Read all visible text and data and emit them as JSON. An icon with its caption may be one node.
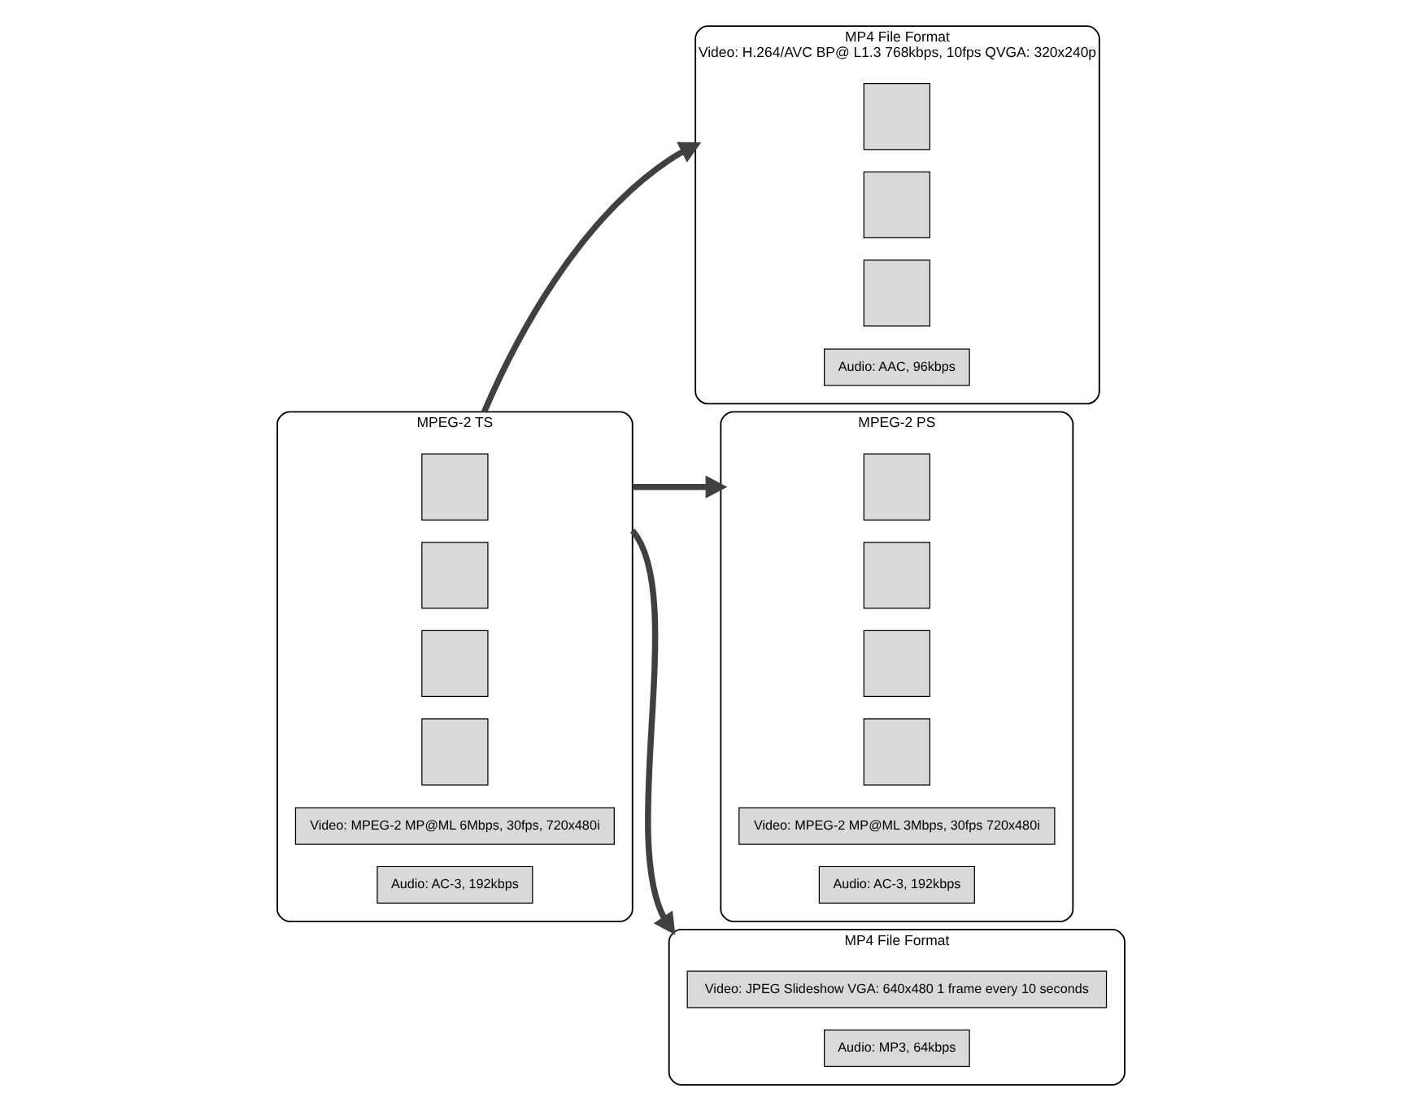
{
  "diagram": {
    "nodes": [
      {
        "text": [
          "MPEG-2 TS"
        ]
      },
      {
        "text": [],
        "shape": "box",
        "in": 0
      },
      {
        "text": [],
        "shape": "box",
        "in": 0
      },
      {
        "text": [],
        "shape": "box",
        "in": 0
      },
      {
        "text": [],
        "shape": "box",
        "in": 0
      },
      {
        "text": [
          "Video: MPEG-2 MP@ML 6Mbps, 30fps, 720x480i"
        ],
        "in": 0
      },
      {
        "text": [
          "Audio: AC-3, 192kbps"
        ],
        "in": 0
      },
      {
        "text": [
          "MP4 File Format",
          "Video: H.264/AVC BP@ L1.3 768kbps, 10fps QVGA: 320x240p"
        ]
      },
      {
        "text": [],
        "shape": "box",
        "in": 7
      },
      {
        "text": [],
        "shape": "box",
        "in": 7
      },
      {
        "text": [],
        "shape": "box",
        "in": 7
      },
      {
        "text": [
          "Audio: AAC, 96kbps"
        ],
        "in": 7
      },
      {
        "text": [
          "MPEG-2 PS"
        ]
      },
      {
        "text": [],
        "shape": "box",
        "in": 12
      },
      {
        "text": [],
        "shape": "box",
        "in": 12
      },
      {
        "text": [],
        "shape": "box",
        "in": 12
      },
      {
        "text": [],
        "shape": "box",
        "in": 12
      },
      {
        "text": [
          "Video: MPEG-2 MP@ML 3Mbps, 30fps 720x480i"
        ],
        "in": 12
      },
      {
        "text": [
          "Audio: AC-3, 192kbps"
        ],
        "in": 12
      },
      {
        "text": [
          "MP4 File Format"
        ]
      },
      {
        "text": [
          "Video: JPEG Slideshow VGA: 640x480 1 frame every 10 seconds"
        ],
        "in": 19
      },
      {
        "text": [
          "Audio: MP3, 64kbps"
        ],
        "in": 19
      }
    ],
    "edges": [
      {
        "from": 0,
        "to": 7,
        "arrow": "to"
      },
      {
        "from": 0,
        "to": 12,
        "arrow": "to"
      },
      {
        "from": 0,
        "to": 19,
        "arrow": "to"
      }
    ]
  }
}
